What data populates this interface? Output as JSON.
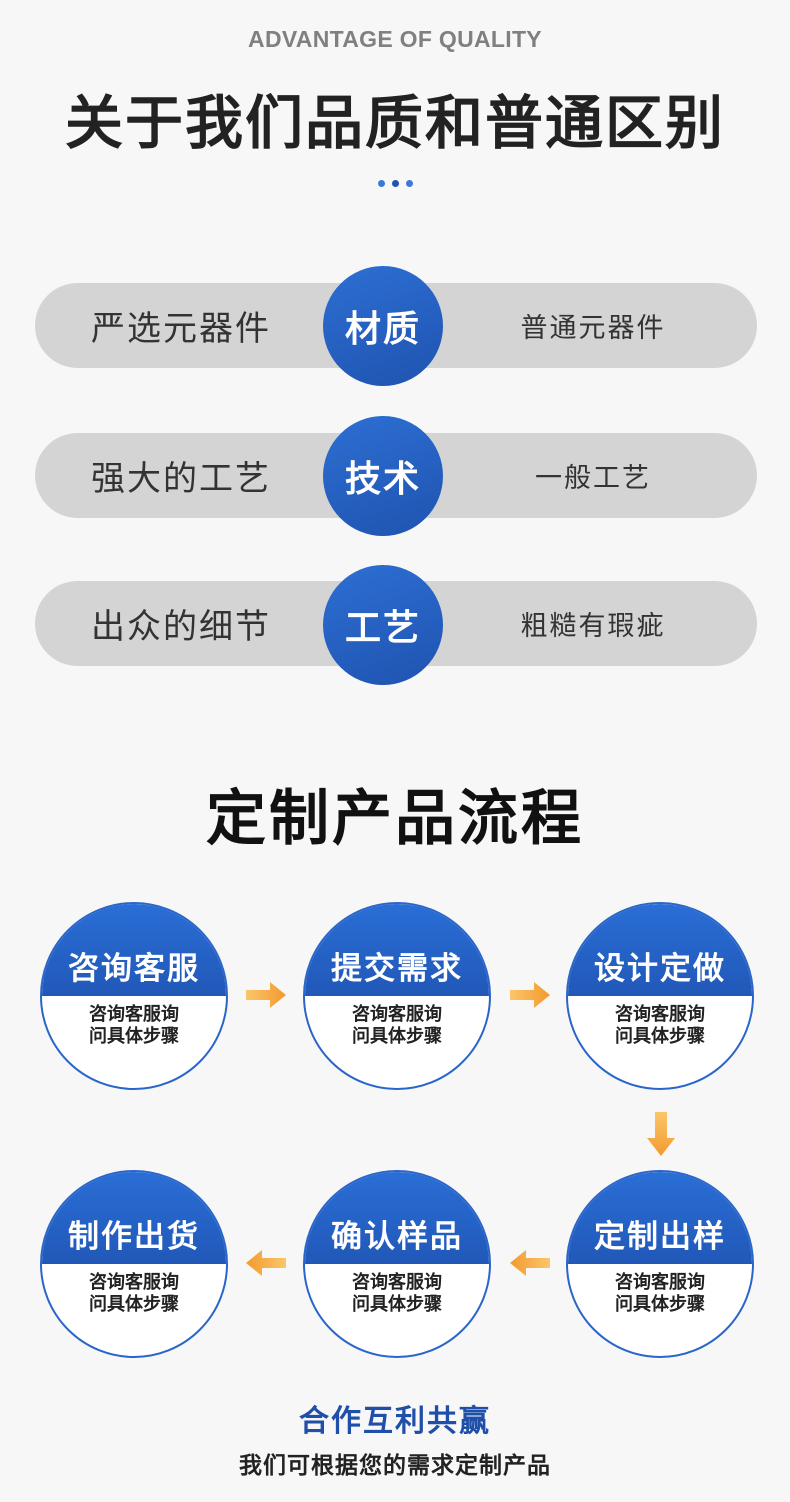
{
  "header": {
    "eyebrow": "ADVANTAGE OF QUALITY",
    "title": "关于我们品质和普通区别",
    "dot_colors": [
      "#3c78d8",
      "#1f53b0",
      "#3c78d8"
    ]
  },
  "comparison": [
    {
      "left": "严选元器件",
      "badge": "材质",
      "right": "普通元器件"
    },
    {
      "left": "强大的工艺",
      "badge": "技术",
      "right": "一般工艺"
    },
    {
      "left": "出众的细节",
      "badge": "工艺",
      "right": "粗糙有瑕疵"
    }
  ],
  "process": {
    "title": "定制产品流程",
    "steps": [
      {
        "title": "咨询客服",
        "line1": "咨询客服询",
        "line2": "问具体步骤"
      },
      {
        "title": "提交需求",
        "line1": "咨询客服询",
        "line2": "问具体步骤"
      },
      {
        "title": "设计定做",
        "line1": "咨询客服询",
        "line2": "问具体步骤"
      },
      {
        "title": "定制出样",
        "line1": "咨询客服询",
        "line2": "问具体步骤"
      },
      {
        "title": "确认样品",
        "line1": "咨询客服询",
        "line2": "问具体步骤"
      },
      {
        "title": "制作出货",
        "line1": "咨询客服询",
        "line2": "问具体步骤"
      }
    ]
  },
  "footer": {
    "title": "合作互利共赢",
    "subtitle": "我们可根据您的需求定制产品"
  },
  "icons": {
    "arrow_right": "arrow-right-icon",
    "arrow_left": "arrow-left-icon",
    "arrow_down": "arrow-down-icon"
  },
  "colors": {
    "brand_blue": "#2158b8",
    "arrow_orange": "#f6a23a",
    "pill_gray": "#d4d4d4"
  }
}
